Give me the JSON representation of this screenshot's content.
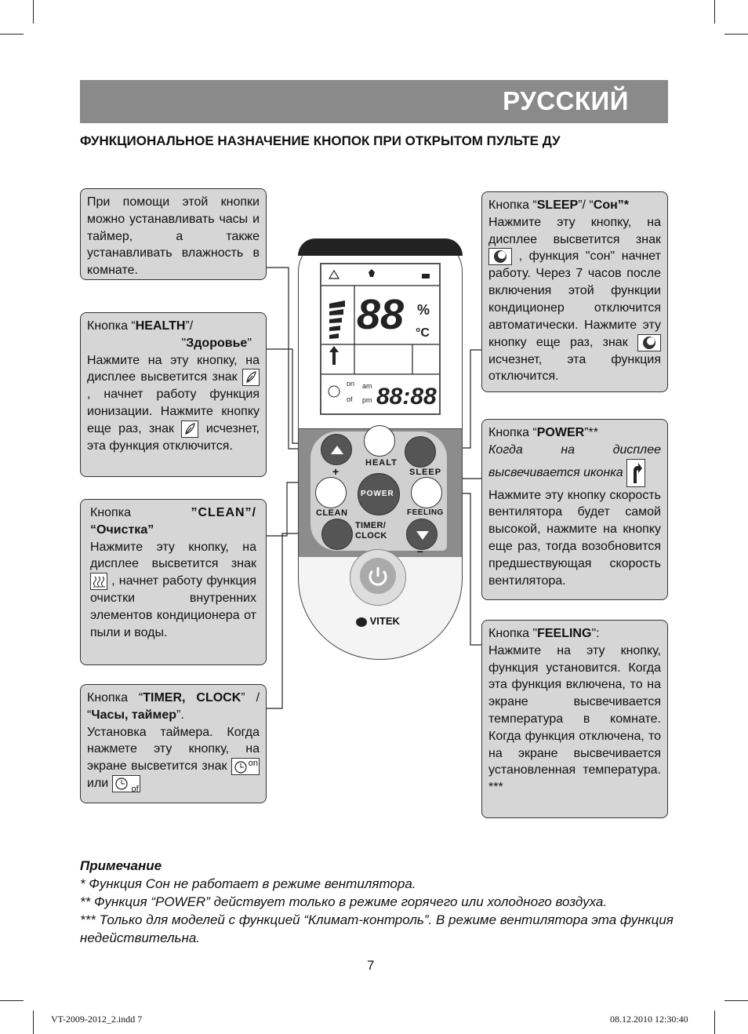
{
  "header": {
    "title": "РУССКИЙ"
  },
  "subtitle": "ФУНКЦИОНАЛЬНОЕ НАЗНАЧЕНИЕ КНОПОК ПРИ ОТКРЫТОМ ПУЛЬТЕ ДУ",
  "boxes": {
    "timer_top": "При помощи этой кнопки можно устанавливать часы и таймер, а также устанавливать влажность в комнате.",
    "health": {
      "prefix": "Кнопка “",
      "name": "HEALTH",
      "mid": "”/",
      "name_ru": "Здоровье",
      "text1": "Нажмите на эту кнопку, на дисплее высветится знак",
      "text2": ", начнет работу функция ионизации. Нажмите кнопку еще раз, знак",
      "text3": "исчезнет, эта функция отключится."
    },
    "clean": {
      "prefix": "Кнопка",
      "name": "”CLEAN”/ “Очистка”",
      "text1": "Нажмите эту кнопку, на дисплее высветится знак",
      "text2": ", начнет работу функция очистки внутренних элементов кондиционера от пыли и воды."
    },
    "timer": {
      "prefix": "Кнопка “",
      "name": "TIMER, CLOCK",
      "mid": "” / “",
      "name_ru": "Часы, таймер",
      "end": "”.",
      "text1": "Установка таймера. Когда нажмете эту кнопку, на экране высветится знак",
      "or": "или",
      "on": "on",
      "of": "of"
    },
    "sleep": {
      "prefix": "Кнопка “",
      "name": "SLEEP",
      "mid": "”/ “",
      "name_ru": "Сон",
      "end": "”*",
      "text1": "Нажмите эту кнопку, на дисплее высветится знак",
      "text2": ", функция \"сон\" начнет работу. Через 7 часов после включения этой функции кондиционер отключится автоматически. Нажмите эту кнопку еще раз, знак",
      "text3": "исчезнет, эта функция отключится."
    },
    "power": {
      "prefix": "Кнопка “",
      "name": "POWER",
      "end": "”**",
      "italic": "Когда на дисплее высвечивается иконка",
      "text": "Нажмите эту кнопку скорость вентилятора будет самой высокой, нажмите на кнопку еще раз, тогда возобновится предшествующая скорость вентилятора."
    },
    "feeling": {
      "prefix": "Кнопка \"",
      "name": "FEELING",
      "end": "\":",
      "text": "Нажмите на эту кнопку, функция установится. Когда эта функция включена, то на экране высвечивается температура в комнате. Когда функция отключена, то на экране высвечивается установленная температура. ***"
    }
  },
  "remote": {
    "lcd_digits": "88",
    "lcd_percent": "%",
    "lcd_celsius": "°C",
    "lcd_clock": "88:88",
    "lcd_on": "on",
    "lcd_of": "of",
    "lcd_am": "am",
    "lcd_pm": "pm",
    "btn_health": "HEALT",
    "btn_sleep": "SLEEP",
    "btn_power": "POWER",
    "btn_clean": "CLEAN",
    "btn_feeling": "FEELING",
    "btn_timer": "TIMER/\nCLOCK",
    "plus": "+",
    "minus": "–",
    "brand": "VITEK"
  },
  "notes": {
    "heading": "Примечание",
    "n1": "* Функция Сон не работает в режиме вентилятора.",
    "n2": "** Функция “POWER” действует только в режиме горячего или холодного воздуха.",
    "n3": "*** Только для моделей с функцией “Климат-контроль”.   В режиме вентилятора эта функция недействительна."
  },
  "page_number": "7",
  "footer": {
    "left": "VT-2009-2012_2.indd   7",
    "right": "08.12.2010   12:30:40"
  }
}
